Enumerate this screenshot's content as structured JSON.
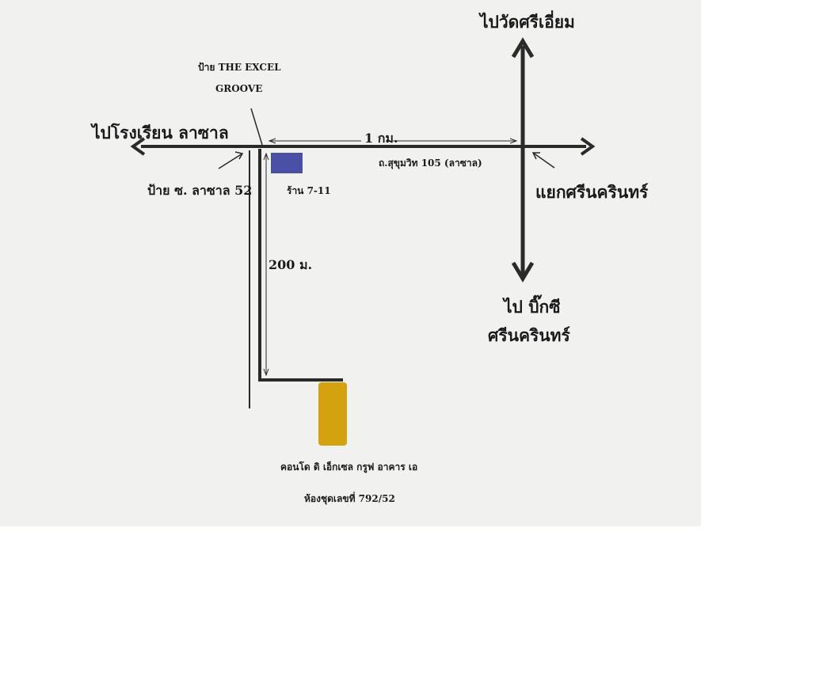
{
  "map": {
    "labels": {
      "to_wat": "ไปวัดศรีเอี่ยม",
      "sign_excel": "ป้าย THE EXCEL",
      "sign_groove": "GROOVE",
      "to_school": "ไปโรงเรียน ลาซาล",
      "distance_km": "1 กม.",
      "road_name": "ถ.สุขุมวิท 105 (ลาซาล)",
      "sign_soi": "ป้าย ซ. ลาซาล 52",
      "shop_711": "ร้าน 7-11",
      "junction": "แยกศรีนครินทร์",
      "distance_m": "200 ม.",
      "to_bigc_1": "ไป บิ๊กซี",
      "to_bigc_2": "ศรีนครินทร์",
      "condo_1": "คอนโด ดิ เอ็กเซล กรูฟ อาคาร เอ",
      "condo_2": "ห้องชุดเลขที่ 792/52"
    },
    "colors": {
      "road": "#2a2a2a",
      "seven_eleven": "#4a4fa6",
      "condo": "#d4a20f",
      "paper": "#f1f1f0"
    },
    "icons": [
      "arrow-up-icon",
      "arrow-down-icon",
      "arrow-left-icon",
      "arrow-right-icon"
    ]
  }
}
